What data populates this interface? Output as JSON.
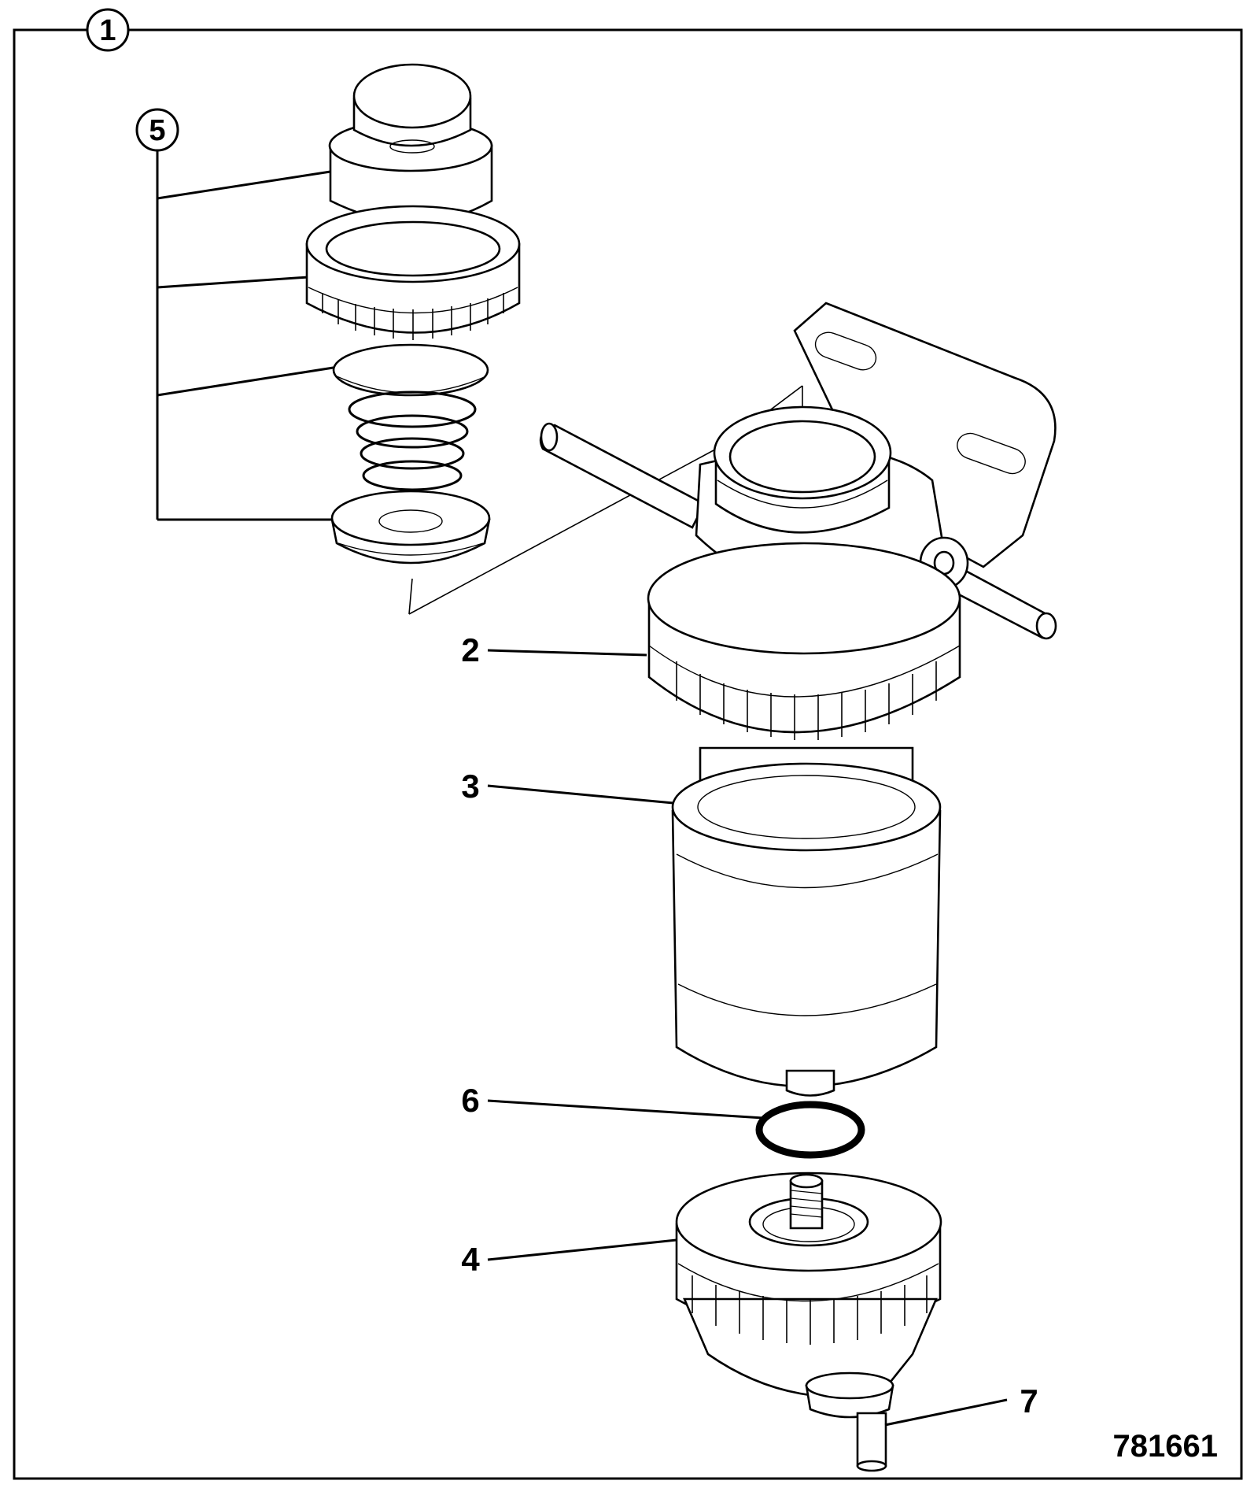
{
  "callouts": {
    "c1": "1",
    "c2": "2",
    "c3": "3",
    "c4": "4",
    "c5": "5",
    "c6": "6",
    "c7": "7"
  },
  "figure_number": "781661"
}
